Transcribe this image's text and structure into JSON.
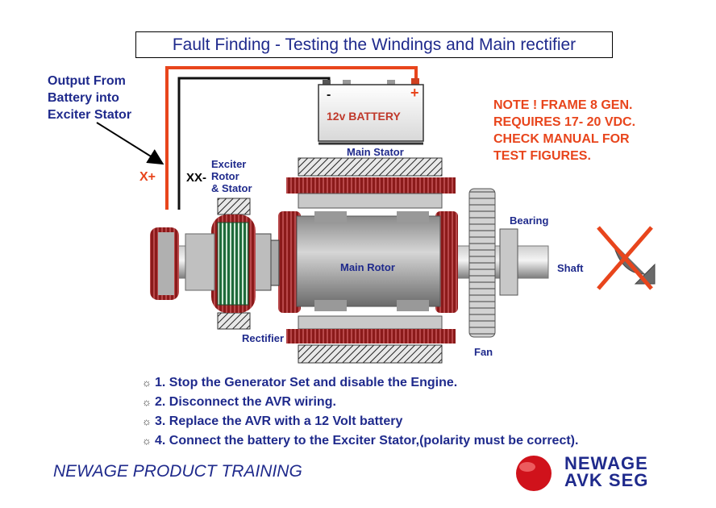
{
  "title": "Fault Finding - Testing the Windings and Main rectifier",
  "output_label": [
    "Output From",
    "Battery into",
    "Exciter Stator"
  ],
  "battery": {
    "label": "12v BATTERY",
    "neg": "-",
    "pos": "+"
  },
  "terminals": {
    "x_plus": "X+",
    "xx_minus": "XX-"
  },
  "labels": {
    "main_stator": "Main Stator",
    "exciter": [
      "Exciter",
      "Rotor",
      "& Stator"
    ],
    "main_rotor": "Main Rotor",
    "bearing": "Bearing",
    "shaft": "Shaft",
    "rectifier": "Rectifier",
    "fan": "Fan"
  },
  "note": [
    "NOTE ! FRAME 8 GEN.",
    "REQUIRES 17- 20 VDC.",
    "CHECK MANUAL FOR",
    "TEST FIGURES."
  ],
  "steps": [
    "1. Stop the Generator Set and disable the Engine.",
    "2. Disconnect the AVR wiring.",
    "3. Replace the AVR with a 12 Volt battery",
    "4. Connect the battery to the Exciter Stator,(polarity must be correct)."
  ],
  "footer": "NEWAGE PRODUCT TRAINING",
  "logo": {
    "line1": "NEWAGE",
    "line2": "AVK SEG"
  },
  "colors": {
    "navy": "#1f2a8c",
    "orange": "#e8451c",
    "winding": "#8b1a1a"
  }
}
